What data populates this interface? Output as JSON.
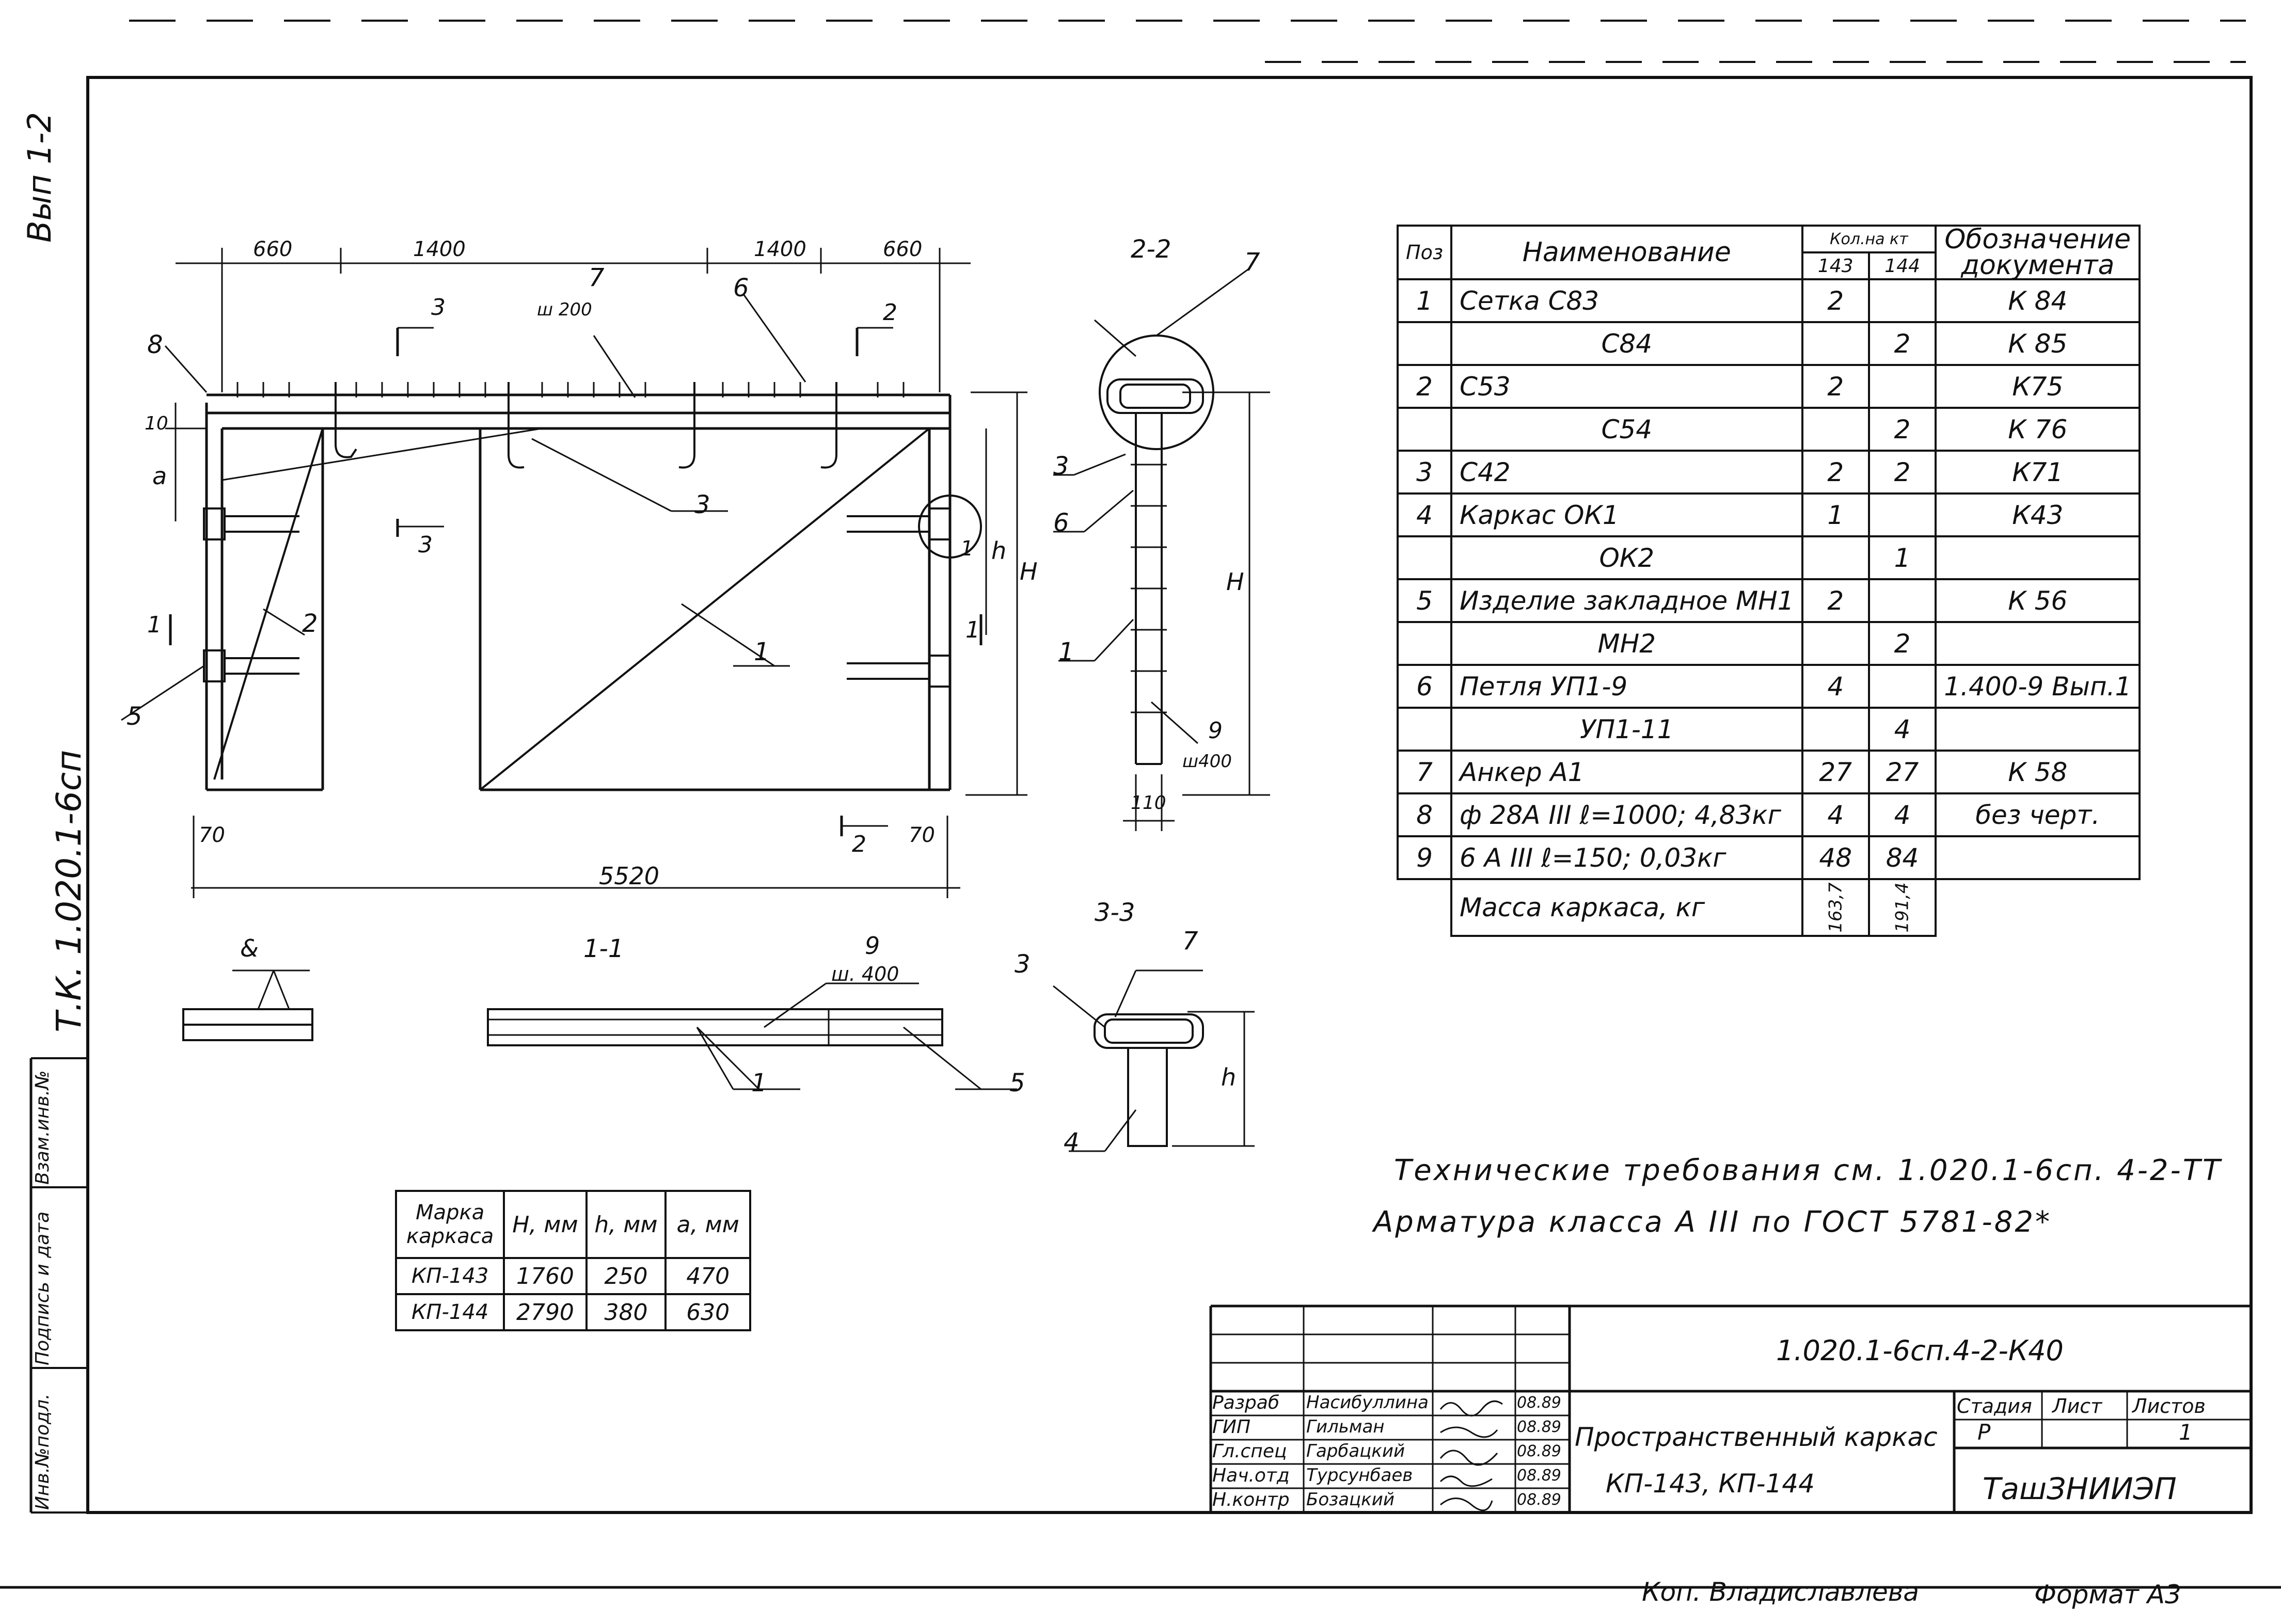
{
  "margin": {
    "sheet_side": "Вып 1-2",
    "series_side": "Т.К. 1.020.1-6сп",
    "cells": [
      "Инв.№подл.",
      "Подпись и дата",
      "Взам.инв.№"
    ]
  },
  "drawing": {
    "dims_top": [
      "660",
      "1400",
      "1400",
      "660"
    ],
    "dim_overall": "5520",
    "dim_left_edge": "70",
    "dim_right_edge": "70",
    "dim_10": "10",
    "dim_a": "a",
    "dim_H": "H",
    "dim_h": "h",
    "pitch_anchor": "ш 200",
    "section_22_title": "2-2",
    "section_11_title": "1-1",
    "section_33_title": "3-3",
    "pitch_400_a": "ш400",
    "pitch_400_b": "ш. 400",
    "dim_110": "110",
    "detail_mark": "&",
    "cut3": "3",
    "cut2": "2",
    "cut1": "1",
    "pos": [
      "1",
      "2",
      "3",
      "4",
      "5",
      "6",
      "7",
      "8",
      "9"
    ]
  },
  "spec_table": {
    "headers": {
      "pos": "Поз",
      "name": "Наименование",
      "qty": "Кол.на кт",
      "qty_143": "143",
      "qty_144": "144",
      "doc": "Обозначение документа"
    },
    "rows": [
      {
        "pos": "1",
        "name": "Сетка С83",
        "q143": "2",
        "q144": "",
        "doc": "К 84"
      },
      {
        "pos": "",
        "name": "С84",
        "q143": "",
        "q144": "2",
        "doc": "К 85"
      },
      {
        "pos": "2",
        "name": "С53",
        "q143": "2",
        "q144": "",
        "doc": "К75"
      },
      {
        "pos": "",
        "name": "С54",
        "q143": "",
        "q144": "2",
        "doc": "К 76"
      },
      {
        "pos": "3",
        "name": "С42",
        "q143": "2",
        "q144": "2",
        "doc": "К71"
      },
      {
        "pos": "4",
        "name": "Каркас ОК1",
        "q143": "1",
        "q144": "",
        "doc": "К43"
      },
      {
        "pos": "",
        "name": "ОК2",
        "q143": "",
        "q144": "1",
        "doc": ""
      },
      {
        "pos": "5",
        "name": "Изделие закладное МН1",
        "q143": "2",
        "q144": "",
        "doc": "К 56"
      },
      {
        "pos": "",
        "name": "МН2",
        "q143": "",
        "q144": "2",
        "doc": ""
      },
      {
        "pos": "6",
        "name": "Петля УП1-9",
        "q143": "4",
        "q144": "",
        "doc": "1.400-9 Вып.1"
      },
      {
        "pos": "",
        "name": "УП1-11",
        "q143": "",
        "q144": "4",
        "doc": ""
      },
      {
        "pos": "7",
        "name": "Анкер А1",
        "q143": "27",
        "q144": "27",
        "doc": "К 58"
      },
      {
        "pos": "8",
        "name": "ф 28А III  ℓ=1000; 4,83кг",
        "q143": "4",
        "q144": "4",
        "doc": "без черт."
      },
      {
        "pos": "9",
        "name": "6 А III   ℓ=150; 0,03кг",
        "q143": "48",
        "q144": "84",
        "doc": ""
      }
    ],
    "mass_label": "Масса каркаса, кг",
    "mass_143": "163,7",
    "mass_144": "191,4"
  },
  "marks_table": {
    "headers": [
      "Марка каркаса",
      "H, мм",
      "h, мм",
      "a, мм"
    ],
    "rows": [
      [
        "КП-143",
        "1760",
        "250",
        "470"
      ],
      [
        "КП-144",
        "2790",
        "380",
        "630"
      ]
    ]
  },
  "notes": {
    "line1": "Технические требования см. 1.020.1-6сп. 4-2-ТТ",
    "line2": "Арматура  класса  А III  по ГОСТ 5781-82*"
  },
  "title_block": {
    "code": "1.020.1-6сп.4-2-К40",
    "roles": [
      "Разраб",
      "ГИП",
      "Гл.спец",
      "Нач.отд",
      "Н.контр"
    ],
    "names": [
      "Насибуллина",
      "Гильман",
      "Гарбацкий",
      "Турсунбаев",
      "Бозацкий"
    ],
    "dates": [
      "08.89",
      "08.89",
      "08.89",
      "08.89",
      "08.89"
    ],
    "title_line1": "Пространственный каркас",
    "title_line2": "КП-143,   КП-144",
    "stage_label": "Стадия",
    "sheet_label": "Лист",
    "sheets_label": "Листов",
    "stage_value": "Р",
    "sheet_value": "",
    "sheets_value": "1",
    "org": "ТашЗНИИЭП"
  },
  "footer": {
    "copied": "Коп. Владиславлева",
    "format": "Формат А3"
  }
}
